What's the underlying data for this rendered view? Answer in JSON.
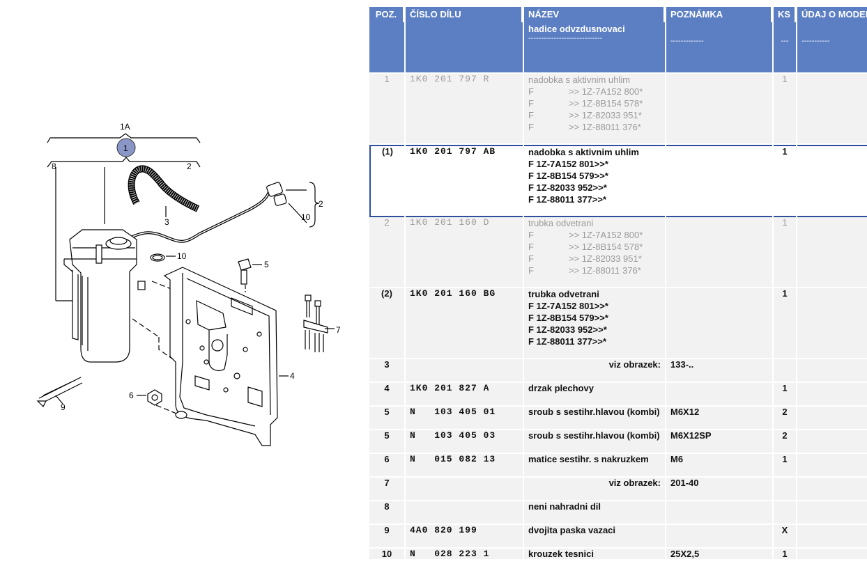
{
  "diagram": {
    "callouts": {
      "group": "1A",
      "circle": "1",
      "c2_top": "2",
      "c8": "8",
      "c3": "3",
      "c2_right": "2",
      "c10_right": "10",
      "c10_ring": "10",
      "c5": "5",
      "c7": "7",
      "c4": "4",
      "c6": "6",
      "c9": "9"
    }
  },
  "table": {
    "headers": {
      "pos": "POZ.",
      "part_no": "ČÍSLO DÍLU",
      "name": "NÁZEV",
      "note": "POZNÁMKA",
      "qty": "KS",
      "model": "ÚDAJ O MODELU"
    },
    "group_row": {
      "name": "hadice odvzdusnovaci",
      "name_dash": "-----------------------------",
      "note_dash": "-------------",
      "qty_dash": "---",
      "model_dash": "-----------"
    },
    "rows": [
      {
        "pos": "1",
        "part": "1K0 201 797 R",
        "name": "nadobka s aktivnim uhlim",
        "qty": "1",
        "lines": [
          [
            "F",
            ">> 1Z-7A152 800*"
          ],
          [
            "F",
            ">> 1Z-8B154 578*"
          ],
          [
            "F",
            ">> 1Z-82033 951*"
          ],
          [
            "F",
            ">> 1Z-88011 376*"
          ]
        ]
      },
      {
        "pos": "(1)",
        "part": "1K0 201 797 AB",
        "name": "nadobka s aktivnim uhlim",
        "qty": "1",
        "lines": [
          "F 1Z-7A152 801>>*",
          "F 1Z-8B154 579>>*",
          "F 1Z-82033 952>>*",
          "F 1Z-88011 377>>*"
        ]
      },
      {
        "pos": "2",
        "part": "1K0 201 160 D",
        "name": "trubka odvetrani",
        "qty": "1",
        "lines": [
          [
            "F",
            ">> 1Z-7A152 800*"
          ],
          [
            "F",
            ">> 1Z-8B154 578*"
          ],
          [
            "F",
            ">> 1Z-82033 951*"
          ],
          [
            "F",
            ">> 1Z-88011 376*"
          ]
        ]
      },
      {
        "pos": "(2)",
        "part": "1K0 201 160 BG",
        "name": "trubka odvetrani",
        "qty": "1",
        "lines": [
          "F 1Z-7A152 801>>*",
          "F 1Z-8B154 579>>*",
          "F 1Z-82033 952>>*",
          "F 1Z-88011 377>>*"
        ]
      },
      {
        "pos": "3",
        "viz": "viz obrazek:",
        "note": "133-.."
      },
      {
        "pos": "4",
        "part": "1K0 201 827 A",
        "name": "drzak plechovy",
        "note": "",
        "qty": "1"
      },
      {
        "pos": "5",
        "part": "N   103 405 01",
        "name": "sroub s sestihr.hlavou (kombi)",
        "note": "M6X12",
        "qty": "2"
      },
      {
        "pos": "5",
        "part": "N   103 405 03",
        "name": "sroub s sestihr.hlavou (kombi)",
        "note": "M6X12SP",
        "qty": "2"
      },
      {
        "pos": "6",
        "part": "N   015 082 13",
        "name": "matice sestihr. s nakruzkem",
        "note": "M6",
        "qty": "1"
      },
      {
        "pos": "7",
        "viz": "viz obrazek:",
        "note": "201-40"
      },
      {
        "pos": "8",
        "part": "",
        "name": "neni nahradni dil",
        "note": "",
        "qty": ""
      },
      {
        "pos": "9",
        "part": "4A0 820 199",
        "name": "dvojita paska vazaci",
        "note": "",
        "qty": "X"
      },
      {
        "pos": "10",
        "part": "N   028 223 1",
        "name": "krouzek tesnici",
        "note": "25X2,5",
        "qty": "1"
      }
    ]
  },
  "colors": {
    "header_bg": "#5c7fc4",
    "selected_border": "#2e4f9e",
    "row_bg": "#f2f2f2",
    "callout_circle": "#8a96c6"
  }
}
